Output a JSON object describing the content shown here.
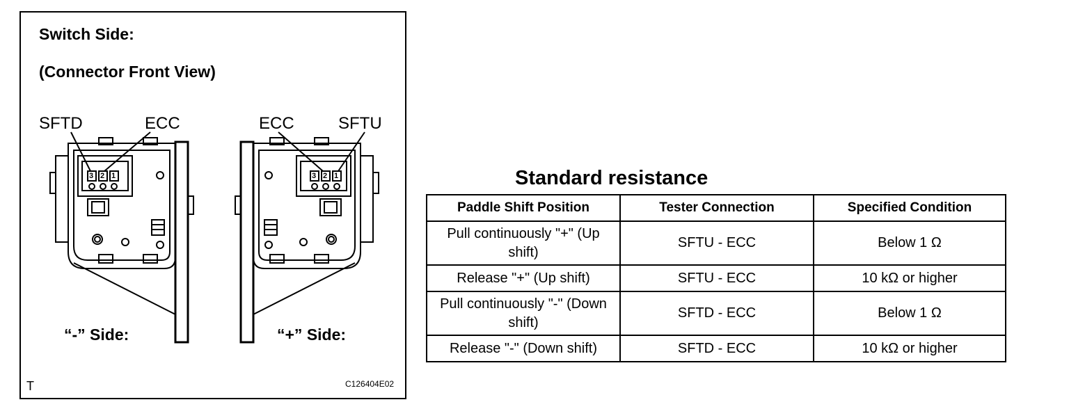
{
  "figure": {
    "switch_side_label": "Switch Side:",
    "connector_view_label": "(Connector Front View)",
    "left_connector": {
      "pin_label_a": "SFTD",
      "pin_label_b": "ECC",
      "pins": [
        "3",
        "2",
        "1"
      ],
      "side_label": "“-” Side:"
    },
    "right_connector": {
      "pin_label_a": "ECC",
      "pin_label_b": "SFTU",
      "pins": [
        "3",
        "2",
        "1"
      ],
      "side_label": "“+” Side:"
    },
    "corner_mark": "T",
    "figure_code": "C126404E02"
  },
  "table": {
    "title": "Standard resistance",
    "headers": [
      "Paddle Shift Position",
      "Tester Connection",
      "Specified Condition"
    ],
    "rows": [
      {
        "position": "Pull continuously \"+\" (Up shift)",
        "connection": "SFTU - ECC",
        "condition": "Below 1 Ω"
      },
      {
        "position": "Release \"+\" (Up shift)",
        "connection": "SFTU - ECC",
        "condition": "10 kΩ or higher"
      },
      {
        "position": "Pull continuously \"-\" (Down shift)",
        "connection": "SFTD - ECC",
        "condition": "Below 1 Ω"
      },
      {
        "position": "Release \"-\" (Down shift)",
        "connection": "SFTD - ECC",
        "condition": "10 kΩ or higher"
      }
    ]
  }
}
